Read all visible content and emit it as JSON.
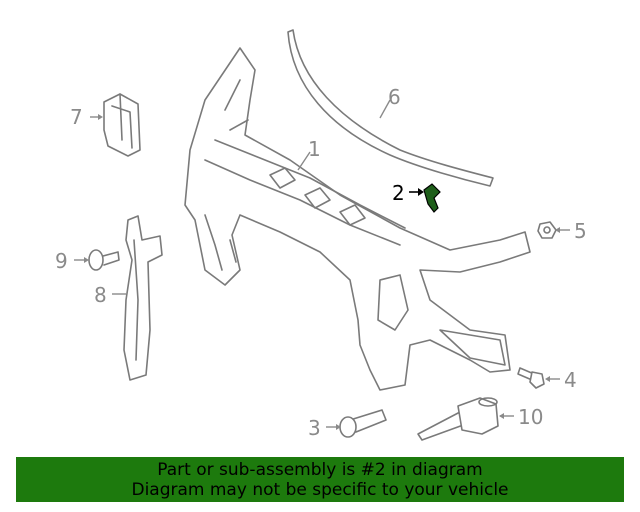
{
  "callouts": {
    "c1": "1",
    "c2": "2",
    "c3": "3",
    "c4": "4",
    "c5": "5",
    "c6": "6",
    "c7": "7",
    "c8": "8",
    "c9": "9",
    "c10": "10"
  },
  "highlighted_part": "2",
  "banner": {
    "line1": "Part or sub-assembly is #2 in diagram",
    "line2": "Diagram may not be specific to your vehicle"
  },
  "colors": {
    "banner_bg": "#1d7a0d",
    "line_art": "#7a7a7a",
    "highlight": "#000000",
    "highlight_part": "#1e5e1a"
  }
}
